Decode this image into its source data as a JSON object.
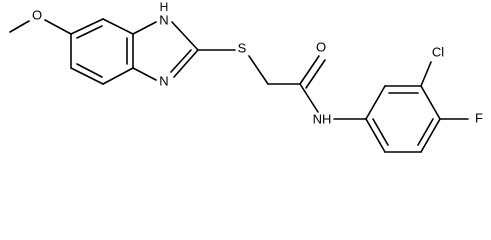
{
  "atoms": {
    "o_methoxy": "O",
    "h_imidazole": "H",
    "n_imidazole_nh": "N",
    "n_imidazole": "N",
    "s_thioether": "S",
    "o_carbonyl": "O",
    "n_amide": "NH",
    "cl": "Cl",
    "f": "F"
  },
  "colors": {
    "ink": "#000000",
    "background": "#ffffff"
  }
}
